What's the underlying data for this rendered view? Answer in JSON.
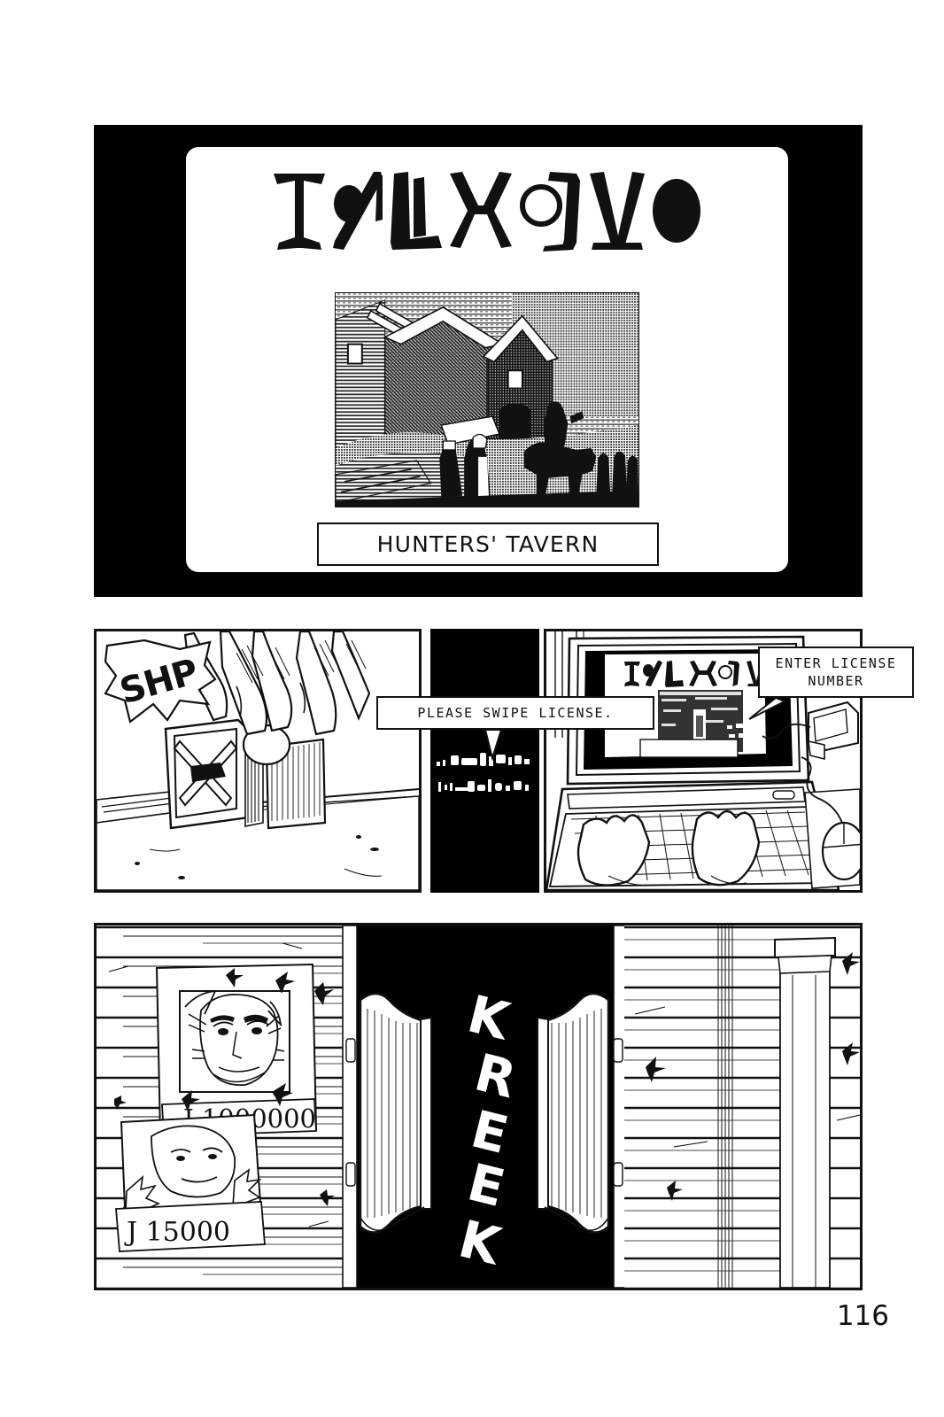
{
  "page": {
    "number": "116",
    "background_color": "#ffffff",
    "ink_color": "#111111"
  },
  "panels": [
    {
      "id": "panel-website",
      "name": "website-screen-panel",
      "row": 1,
      "description": "Black-bordered panel showing a web page with alien glyph title, an engraved village illustration, and a caption box."
    },
    {
      "id": "panel-card-swipe",
      "name": "card-swipe-panel",
      "row": 2,
      "description": "Hands swiping a license card through a card reader on a counter."
    },
    {
      "id": "panel-dark-text",
      "name": "dark-narrow-panel",
      "row": 2,
      "description": "Narrow black panel with illegible white handwritten text."
    },
    {
      "id": "panel-laptop",
      "name": "laptop-typing-panel",
      "row": 2,
      "description": "Hands typing on a laptop keyboard, monitor showing the same website, mouse and card reader at right."
    },
    {
      "id": "panel-saloon",
      "name": "saloon-doors-panel",
      "row": 3,
      "description": "Wanted poster on plank wall at left, western saloon swinging doors centre, plank wall with post at right."
    }
  ],
  "website": {
    "title_glyphs": [
      "glyph-double-bar",
      "glyph-dot-slash",
      "glyph-angle-l",
      "glyph-hourglass-x",
      "glyph-circle-hook",
      "glyph-v-bar",
      "glyph-filled-circle"
    ],
    "title_alt_text": "TAVERN (alien script)",
    "image_alt": "engraving-of-old-village-with-horseman",
    "caption": "HUNTERS' TAVERN"
  },
  "monitor": {
    "title_alt_text": "TAVERN (alien script)",
    "image_alt": "engraving-of-old-village-with-horseman",
    "caption": ""
  },
  "sfx": {
    "swipe": "SHP",
    "door": "KREEK"
  },
  "dialogue": {
    "swipe_prompt": "PLEASE SWIPE LICENSE.",
    "enter_prompt": "ENTER LICENSE\nNUMBER",
    "enter_prompt_line1": "ENTER LICENSE",
    "enter_prompt_line2": "NUMBER"
  },
  "posters": [
    {
      "name": "wanted-poster-upper",
      "bounty": "J 1000000",
      "face_alt": "scarred-man-portrait"
    },
    {
      "name": "wanted-poster-lower",
      "bounty": "J 15000",
      "face_alt": "partial-face-portrait"
    }
  ]
}
